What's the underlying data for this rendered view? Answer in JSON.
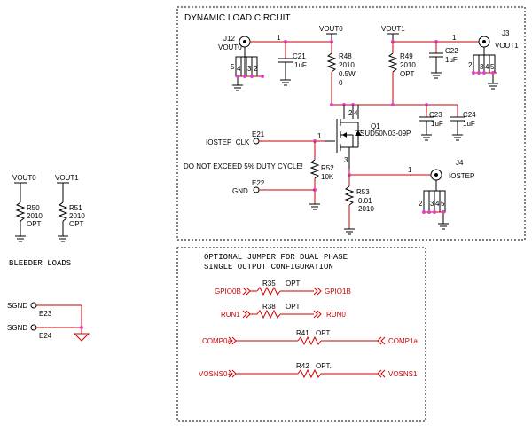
{
  "boxes": {
    "dynamic_load_title": "DYNAMIC LOAD CIRCUIT",
    "optional_title_1": "OPTIONAL JUMPER FOR DUAL PHASE",
    "optional_title_2": "SINGLE OUTPUT CONFIGURATION",
    "bleeder_title": "BLEEDER LOADS"
  },
  "nets": {
    "vout0": "VOUT0",
    "vout1": "VOUT1",
    "iostep_clk": "IOSTEP_CLK",
    "gnd": "GND",
    "iostep": "IOSTEP",
    "sgnd": "SGND",
    "gpio0b": "GPIO0B",
    "gpio1b": "GPIO1B",
    "run1": "RUN1",
    "run0": "RUN0",
    "comp0a": "COMP0a",
    "comp1a": "COMP1a",
    "vosns0": "VOSNS0+",
    "vosns1": "VOSNS1"
  },
  "connectors": {
    "j12": "J12",
    "j12_net": "VOUT0",
    "j3": "J3",
    "j3_net": "VOUT1",
    "j4": "J4",
    "j4_net": "IOSTEP",
    "e21": "E21",
    "e22": "E22",
    "e23": "E23",
    "e24": "E24",
    "pin1": "1",
    "pins_j12": [
      "5",
      "4",
      "3",
      "2"
    ],
    "pins_j3": [
      "2",
      "3",
      "4",
      "5"
    ],
    "pins_j4": [
      "2",
      "3",
      "4",
      "5"
    ]
  },
  "components": {
    "c21": {
      "ref": "C21",
      "val": "1uF"
    },
    "c22": {
      "ref": "C22",
      "val": "1uF"
    },
    "c23": {
      "ref": "C23",
      "val": "1uF"
    },
    "c24": {
      "ref": "C24",
      "val": "1uF"
    },
    "r48": {
      "ref": "R48",
      "v1": "2010",
      "v2": "0.5W",
      "v3": "0"
    },
    "r49": {
      "ref": "R49",
      "v1": "2010",
      "v2": "OPT"
    },
    "r52": {
      "ref": "R52",
      "v1": "10K"
    },
    "r53": {
      "ref": "R53",
      "v1": "0.01",
      "v2": "2010"
    },
    "r50": {
      "ref": "R50",
      "v1": "2010",
      "v2": "OPT"
    },
    "r51": {
      "ref": "R51",
      "v1": "2010",
      "v2": "OPT"
    },
    "r35": {
      "ref": "R35",
      "v1": "OPT"
    },
    "r38": {
      "ref": "R38",
      "v1": "OPT"
    },
    "r41": {
      "ref": "R41",
      "v1": "OPT."
    },
    "r42": {
      "ref": "R42",
      "v1": "OPT."
    },
    "q1": {
      "ref": "Q1",
      "part": "SUD50N03-09P",
      "pin1": "1",
      "pin2": "2",
      "pin3": "3",
      "pin4": "4"
    }
  },
  "notes": {
    "duty": "DO NOT EXCEED 5% DUTY CYCLE!"
  }
}
